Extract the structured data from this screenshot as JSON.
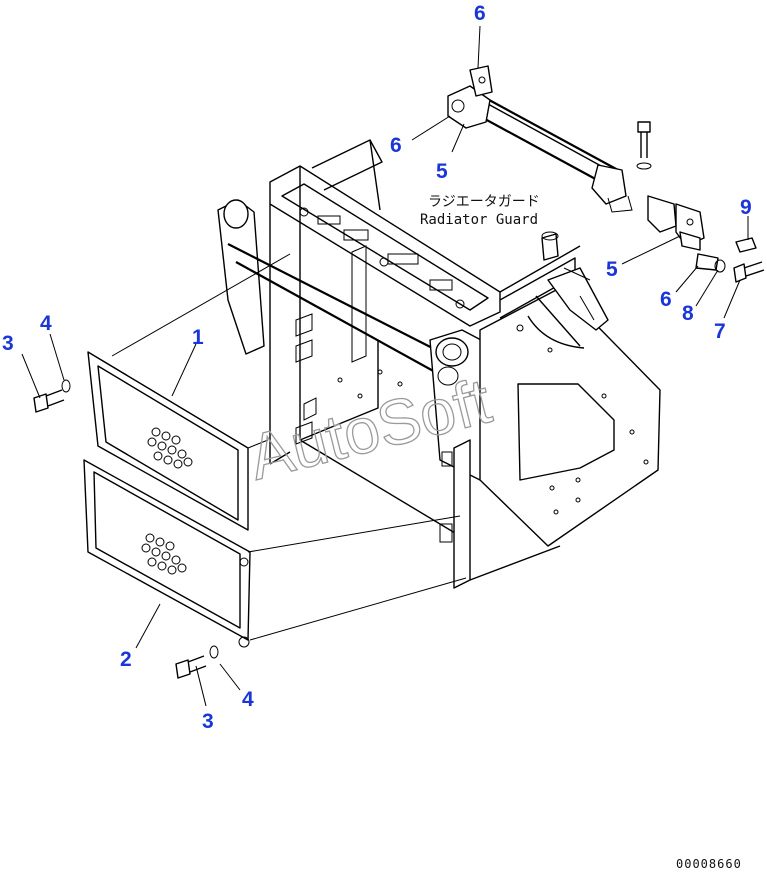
{
  "drawing": {
    "caption_jp": "ラジエータガード",
    "caption_en": "Radiator Guard",
    "watermark": "AutoSoft",
    "part_number": "00008660"
  },
  "callouts": [
    {
      "id": "c-1a",
      "label": "1"
    },
    {
      "id": "c-2",
      "label": "2"
    },
    {
      "id": "c-3a",
      "label": "3"
    },
    {
      "id": "c-3b",
      "label": "3"
    },
    {
      "id": "c-4a",
      "label": "4"
    },
    {
      "id": "c-4b",
      "label": "4"
    },
    {
      "id": "c-5a",
      "label": "5"
    },
    {
      "id": "c-5b",
      "label": "5"
    },
    {
      "id": "c-6a",
      "label": "6"
    },
    {
      "id": "c-6b",
      "label": "6"
    },
    {
      "id": "c-6c",
      "label": "6"
    },
    {
      "id": "c-7",
      "label": "7"
    },
    {
      "id": "c-8",
      "label": "8"
    },
    {
      "id": "c-9",
      "label": "9"
    }
  ],
  "colors": {
    "callout": "#1a35d8",
    "line": "#000000",
    "watermark": "#9a9a9a"
  }
}
